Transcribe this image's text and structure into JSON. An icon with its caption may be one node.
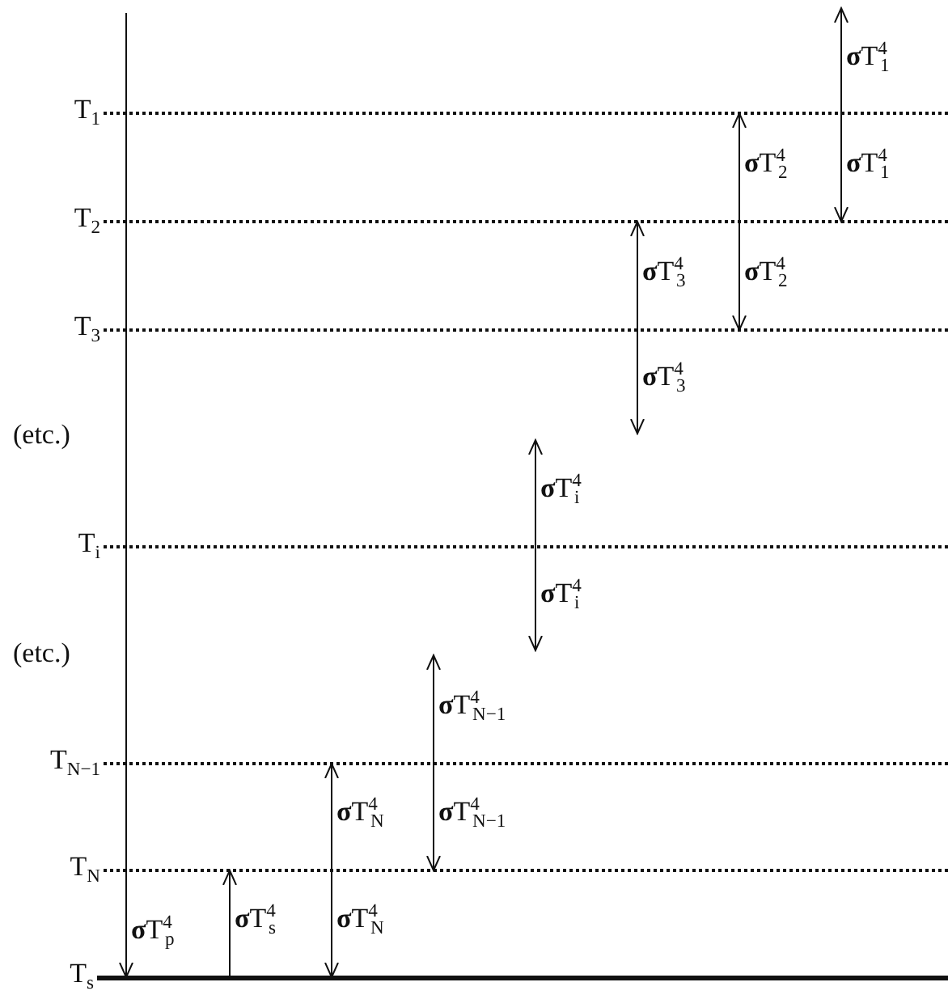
{
  "diagram": {
    "nodes": [
      {
        "text": [
          "T$_{1}$"
        ]
      },
      {
        "text": [
          "T$_{2}$"
        ]
      },
      {
        "text": [
          "T$_{3}$"
        ]
      },
      {
        "text": [
          "T$_{i}$"
        ]
      },
      {
        "text": [
          "T$_{N−1}$"
        ]
      },
      {
        "text": [
          "T$_{N}$"
        ]
      },
      {
        "text": [
          "T$_{s}$"
        ]
      }
    ],
    "edges": [
      {
        "from": null,
        "to": 6,
        "arrow": "to",
        "label": "**σ**T$^{4}$$_{p}$"
      },
      {
        "from": 6,
        "to": 5,
        "arrow": "to",
        "label": "**σ**T$^{4}$$_{s}$"
      },
      {
        "from": 5,
        "to": 4,
        "arrow": "to",
        "label": "**σ**T$^{4}$$_{N}$"
      },
      {
        "from": 5,
        "to": 6,
        "arrow": "to",
        "label": "**σ**T$^{4}$$_{N}$"
      },
      {
        "from": 4,
        "to": null,
        "arrow": "to",
        "label": "**σ**T$^{4}$$_{N−1}$"
      },
      {
        "from": 4,
        "to": 5,
        "arrow": "to",
        "label": "**σ**T$^{4}$$_{N−1}$"
      },
      {
        "from": 3,
        "to": null,
        "arrow": "to",
        "label": "**σ**T$^{4}$$_{i}$"
      },
      {
        "from": 3,
        "to": null,
        "arrow": "to",
        "label": "**σ**T$^{4}$$_{i}$"
      },
      {
        "from": 2,
        "to": 1,
        "arrow": "to",
        "label": "**σ**T$^{4}$$_{3}$"
      },
      {
        "from": 2,
        "to": null,
        "arrow": "to",
        "label": "**σ**T$^{4}$$_{3}$"
      },
      {
        "from": 1,
        "to": 0,
        "arrow": "to",
        "label": "**σ**T$^{4}$$_{2}$"
      },
      {
        "from": 1,
        "to": 2,
        "arrow": "to",
        "label": "**σ**T$^{4}$$_{2}$"
      },
      {
        "from": 0,
        "to": null,
        "arrow": "to",
        "label": "**σ**T$^{4}$$_{1}$"
      },
      {
        "from": 0,
        "to": 1,
        "arrow": "to",
        "label": "**σ**T$^{4}$$_{1}$"
      }
    ],
    "labels": [
      "(etc.)",
      "(etc.)"
    ]
  }
}
